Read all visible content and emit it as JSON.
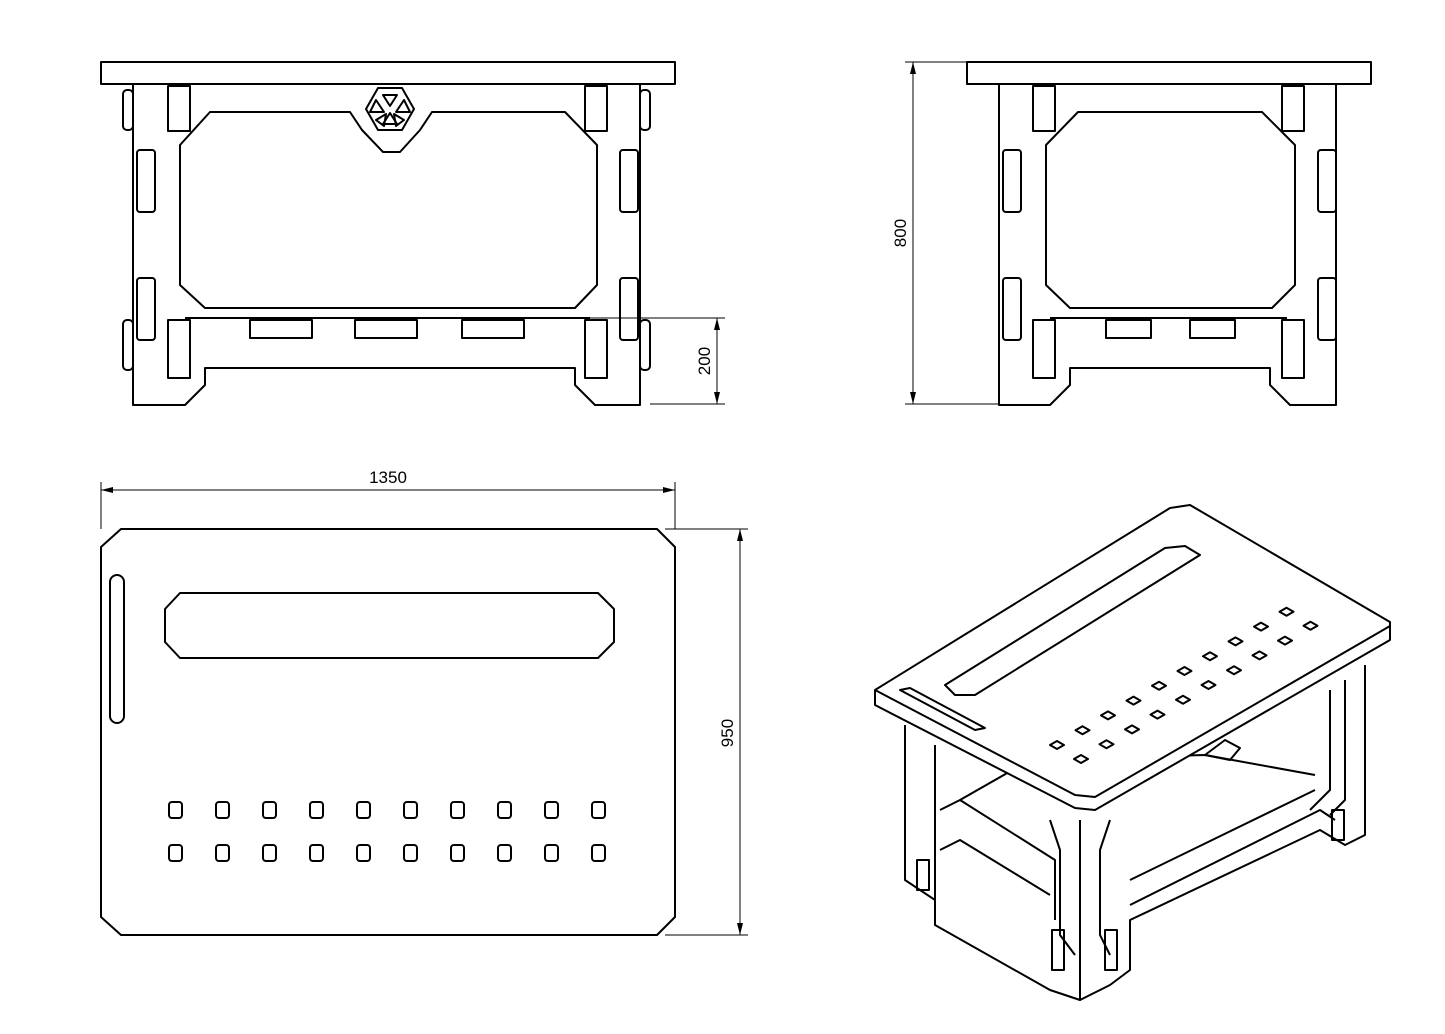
{
  "drawing": {
    "views": [
      "front-view",
      "side-view",
      "top-view",
      "isometric-view"
    ],
    "dimensions": {
      "width": "1350",
      "depth": "950",
      "height": "800",
      "rail_height": "200"
    },
    "top_view_holes": {
      "rows": 2,
      "columns": 10
    },
    "line_color": "#000000",
    "background": "#ffffff"
  }
}
